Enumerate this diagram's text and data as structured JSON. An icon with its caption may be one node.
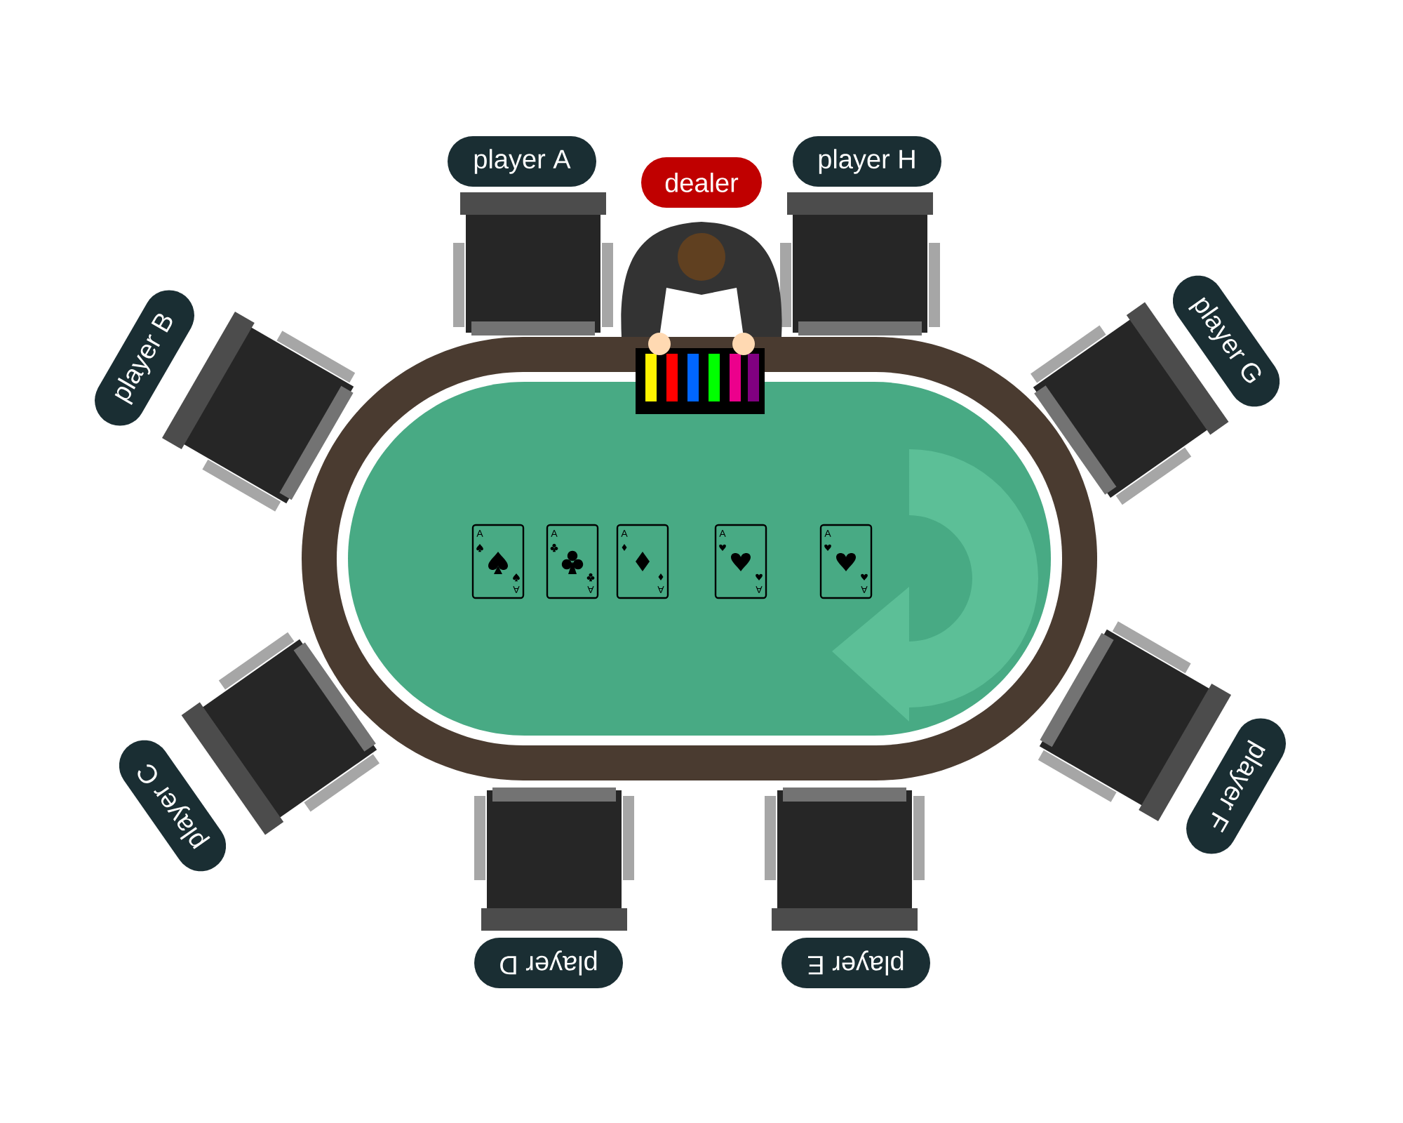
{
  "diagram": {
    "nodes": [
      {
        "text": [
          "player A"
        ]
      },
      {
        "text": [
          "dealer"
        ]
      },
      {
        "text": [
          "player H"
        ]
      },
      {
        "text": [
          "player B"
        ]
      },
      {
        "text": [
          "player G"
        ]
      },
      {
        "text": [
          "player C"
        ]
      },
      {
        "text": [
          "player F"
        ]
      },
      {
        "text": [
          "player D"
        ]
      },
      {
        "text": [
          "player E"
        ]
      }
    ],
    "labels": [
      "A",
      "A",
      "A",
      "A",
      "A",
      "A",
      "A",
      "A",
      "A",
      "A"
    ]
  }
}
